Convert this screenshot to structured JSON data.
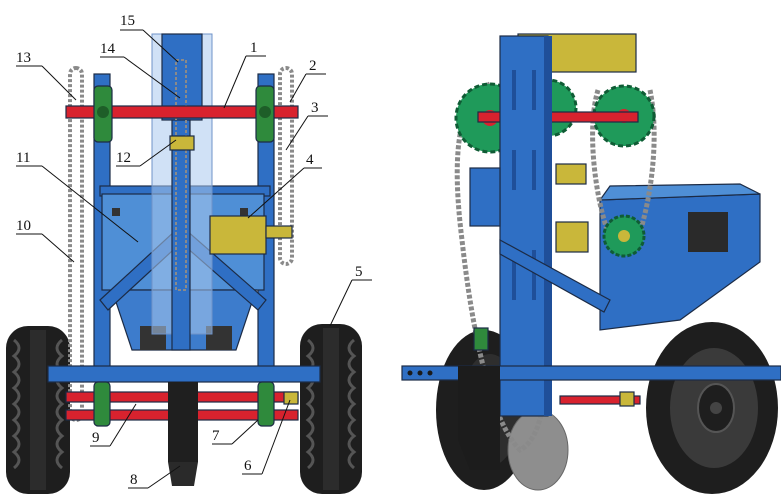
{
  "figure": {
    "callouts": [
      {
        "id": "1",
        "text": "1"
      },
      {
        "id": "2",
        "text": "2"
      },
      {
        "id": "3",
        "text": "3"
      },
      {
        "id": "4",
        "text": "4"
      },
      {
        "id": "5",
        "text": "5"
      },
      {
        "id": "6",
        "text": "6"
      },
      {
        "id": "7",
        "text": "7"
      },
      {
        "id": "8",
        "text": "8"
      },
      {
        "id": "9",
        "text": "9"
      },
      {
        "id": "10",
        "text": "10"
      },
      {
        "id": "11",
        "text": "11"
      },
      {
        "id": "12",
        "text": "12"
      },
      {
        "id": "13",
        "text": "13"
      },
      {
        "id": "14",
        "text": "14"
      },
      {
        "id": "15",
        "text": "15"
      }
    ]
  },
  "colors": {
    "frame_blue": "#2f6fc4",
    "frame_blue_dark": "#1f4f99",
    "shaft_red": "#d8222e",
    "bracket_green": "#2f8a3c",
    "sprocket_green": "#1f9a5a",
    "hopper_blue": "#4f8fd6",
    "motor_olive": "#c9b73a",
    "chain_gray": "#8a8a8a",
    "tire_black": "#1e1e1e",
    "translucent_blue": "#a9c8ee"
  }
}
